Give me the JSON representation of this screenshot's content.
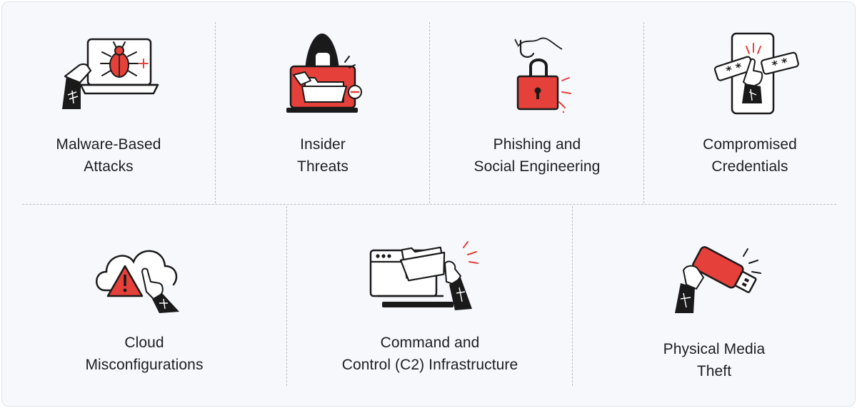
{
  "colors": {
    "accent": "#e5403a",
    "ink": "#1a1a1a",
    "panel": "#f6f8fc",
    "divider": "#b9bcc3"
  },
  "cards": [
    {
      "icon": "infected-laptop-icon",
      "line1": "Malware-Based",
      "line2": "Attacks"
    },
    {
      "icon": "hooded-insider-icon",
      "line1": "Insider",
      "line2": "Threats"
    },
    {
      "icon": "phishing-hook-lock-icon",
      "line1": "Phishing and",
      "line2": "Social Engineering"
    },
    {
      "icon": "password-phone-icon",
      "line1": "Compromised",
      "line2": "Credentials"
    },
    {
      "icon": "cloud-warning-icon",
      "line1": "Cloud",
      "line2": "Misconfigurations"
    },
    {
      "icon": "stolen-folder-icon",
      "line1": "Command and",
      "line2": "Control (C2) Infrastructure"
    },
    {
      "icon": "usb-drive-icon",
      "line1": "Physical Media",
      "line2": "Theft"
    }
  ]
}
